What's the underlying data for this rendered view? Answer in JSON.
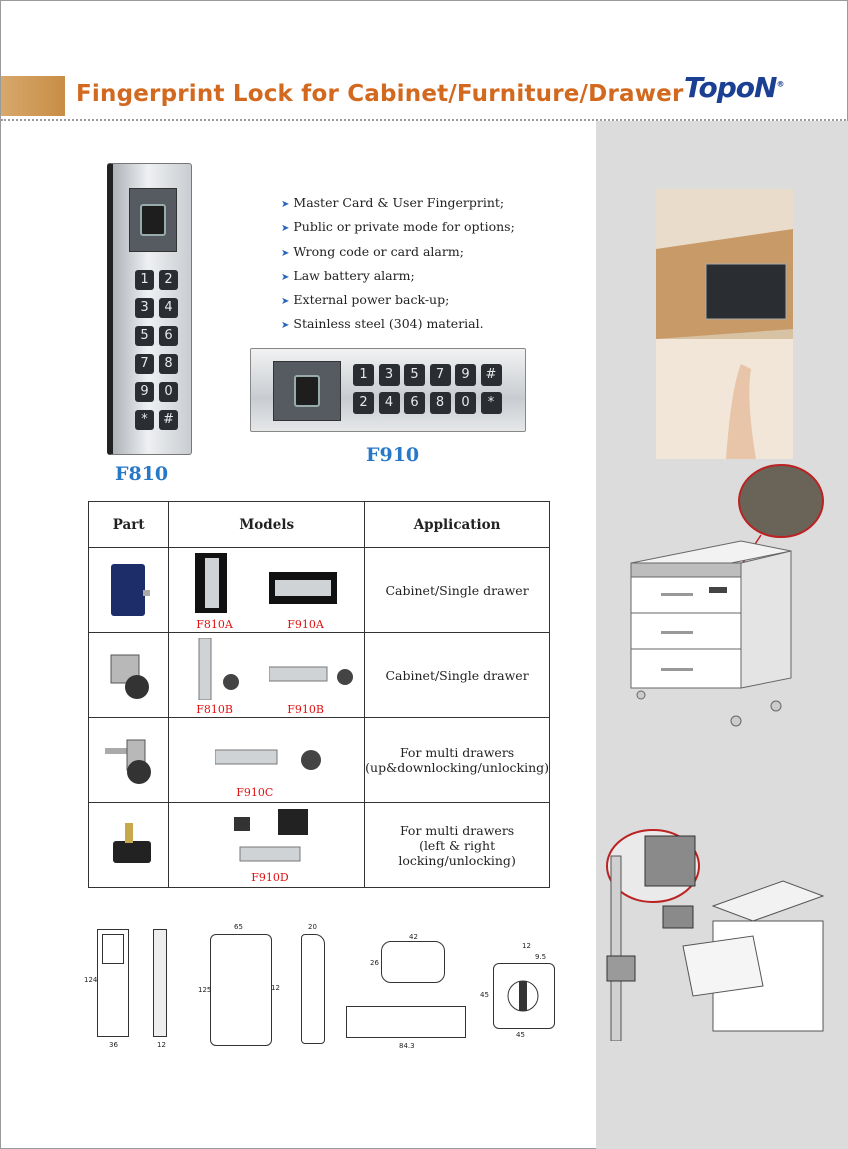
{
  "header": {
    "title": "Fingerprint Lock for Cabinet/Furniture/Drawer",
    "logo": "TopoN",
    "logo_mark": "®"
  },
  "products": {
    "vertical": {
      "label": "F810",
      "keys": [
        "1",
        "2",
        "3",
        "4",
        "5",
        "6",
        "7",
        "8",
        "9",
        "0",
        "*",
        "#"
      ]
    },
    "horizontal": {
      "label": "F910",
      "keys_top": [
        "1",
        "3",
        "5",
        "7",
        "9",
        "#"
      ],
      "keys_bottom": [
        "2",
        "4",
        "6",
        "8",
        "0",
        "*"
      ]
    }
  },
  "features": [
    "Master Card & User Fingerprint;",
    "Public or private mode for options;",
    "Wrong code or card alarm;",
    "Law battery alarm;",
    "External power back-up;",
    "Stainless steel (304) material."
  ],
  "table": {
    "headers": [
      "Part",
      "Models",
      "Application"
    ],
    "rows": [
      {
        "models": [
          "F810A",
          "F910A"
        ],
        "application": [
          "Cabinet/Single drawer"
        ]
      },
      {
        "models": [
          "F810B",
          "F910B"
        ],
        "application": [
          "Cabinet/Single drawer"
        ]
      },
      {
        "models": [
          "F910C"
        ],
        "application": [
          "For multi drawers",
          "(up&downlocking/unlocking)"
        ]
      },
      {
        "models": [
          "F910D"
        ],
        "application": [
          "For multi drawers",
          "(left & right locking/unlocking)"
        ]
      }
    ]
  },
  "dimensions": {
    "d124": "124",
    "d36": "36",
    "d12a": "12",
    "d65": "65",
    "d20": "20",
    "d125": "125",
    "d12b": "12",
    "d42": "42",
    "d26": "26",
    "d843": "84.3",
    "d12c": "12",
    "d95": "9.5",
    "d45a": "45",
    "d45b": "45"
  },
  "colors": {
    "title": "#d2691e",
    "accent_blue": "#2878c8",
    "model_red": "#e01010",
    "logo_blue": "#1b3f92",
    "panel_gray": "#dcdcdc"
  }
}
